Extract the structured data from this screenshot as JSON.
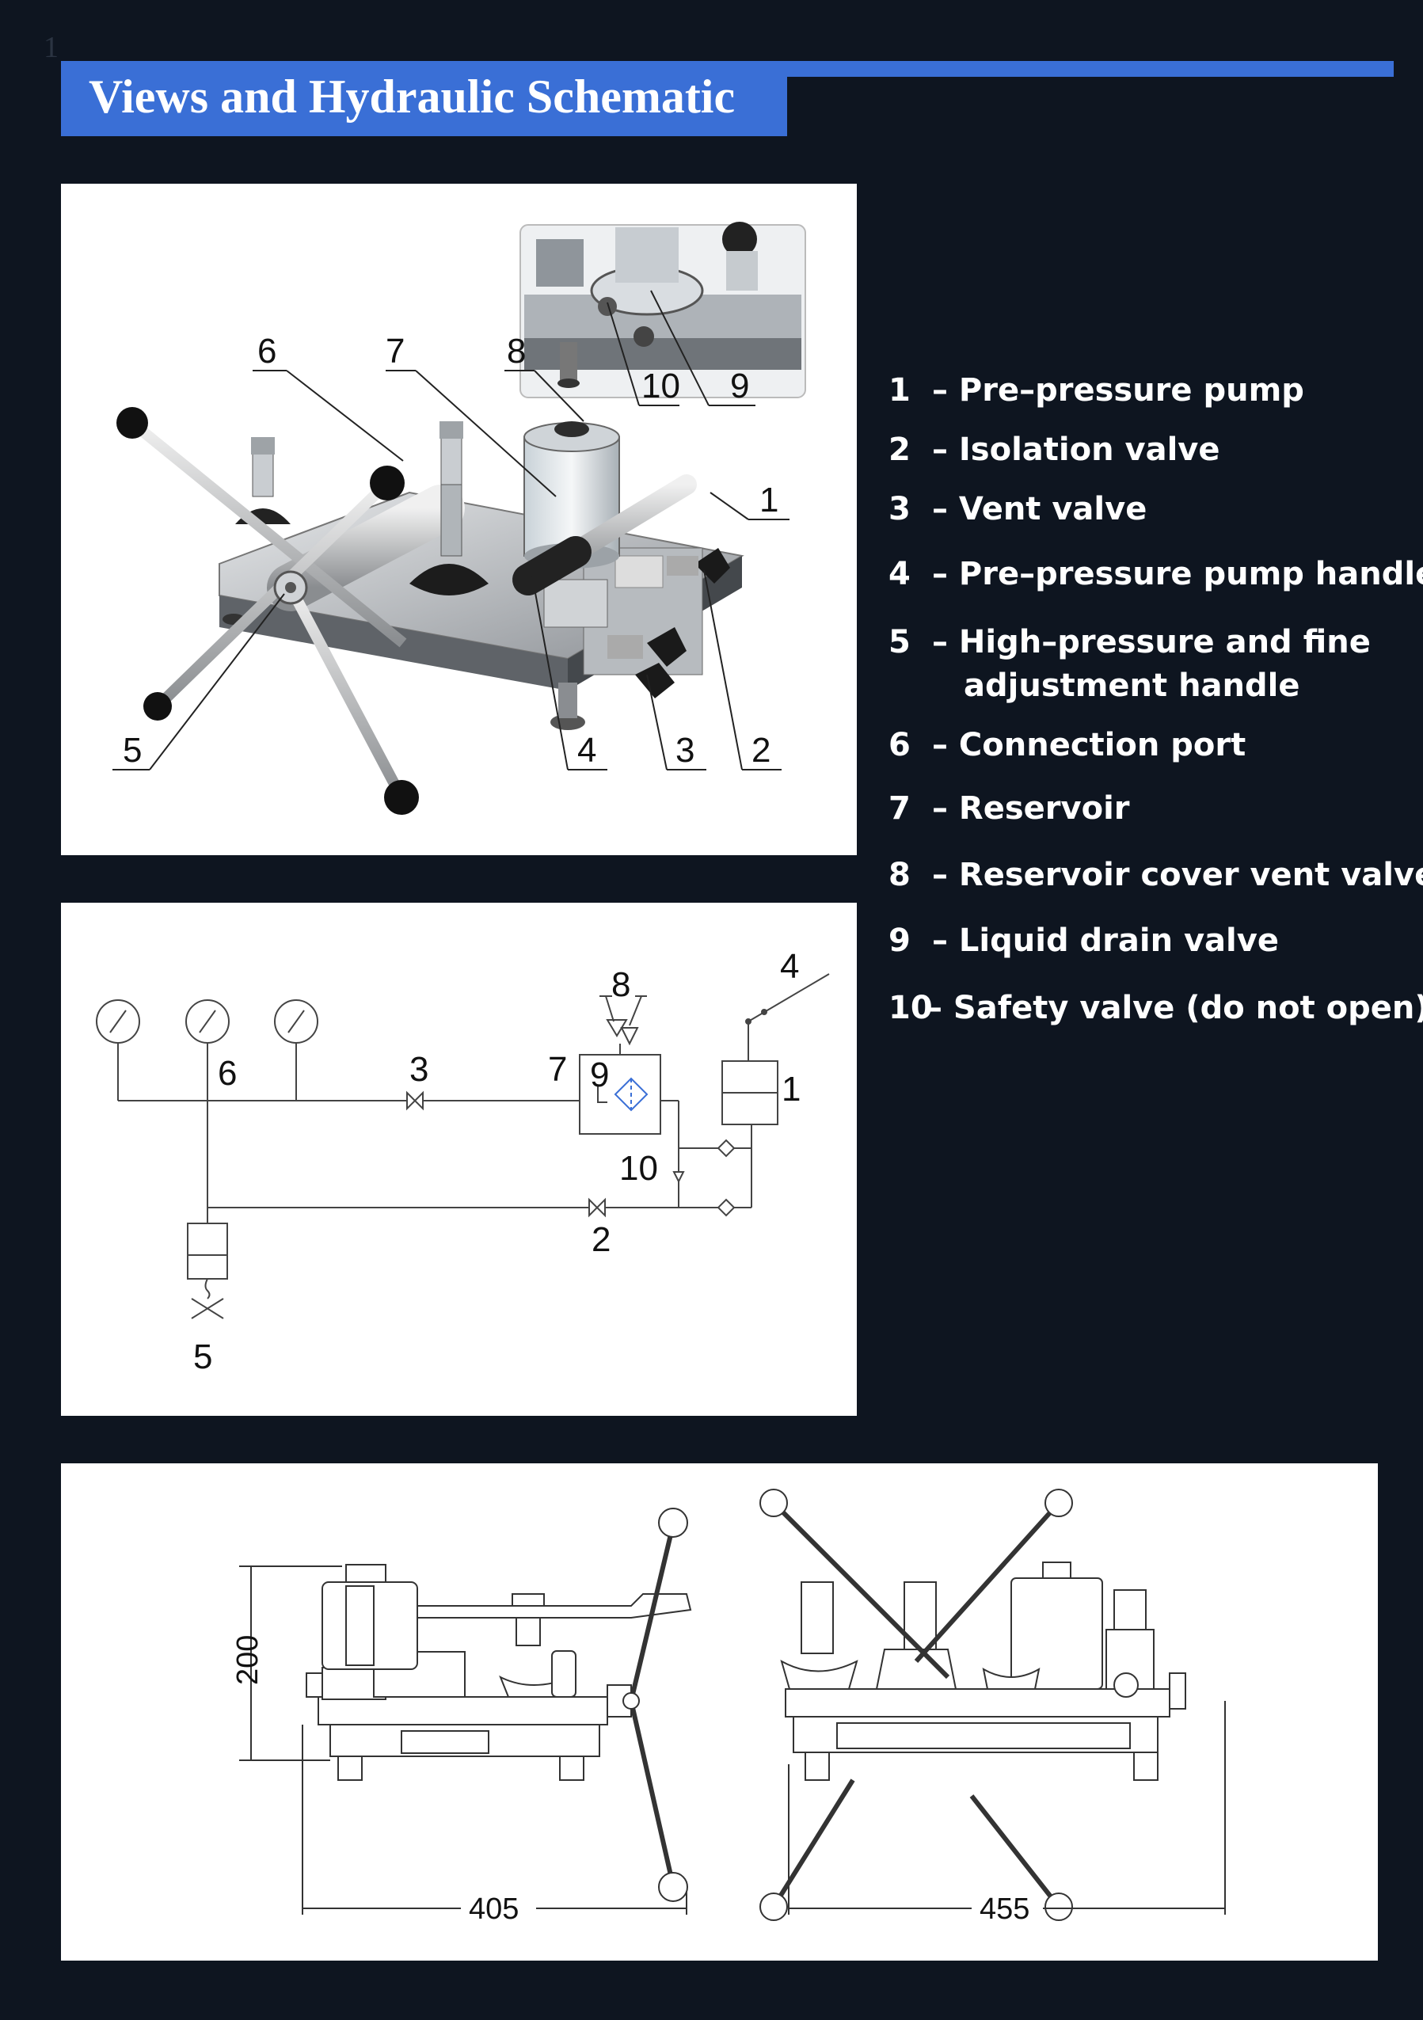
{
  "page_number": "1",
  "title": "Views and Hydraulic Schematic",
  "legend": [
    {
      "num": "1",
      "text": "– Pre–pressure pump"
    },
    {
      "num": "2",
      "text": "– Isolation valve"
    },
    {
      "num": "3",
      "text": "– Vent valve"
    },
    {
      "num": "4",
      "text": "– Pre–pressure pump handle"
    },
    {
      "num": "5",
      "text": "– High–pressure and fine",
      "cont": "adjustment handle"
    },
    {
      "num": "6",
      "text": "– Connection port"
    },
    {
      "num": "7",
      "text": "– Reservoir"
    },
    {
      "num": "8",
      "text": "– Reservoir cover vent valve"
    },
    {
      "num": "9",
      "text": "– Liquid drain valve"
    },
    {
      "num": "10",
      "text": "– Safety valve (do not open)"
    }
  ],
  "photo_callouts": {
    "c1": "1",
    "c2": "2",
    "c3": "3",
    "c4": "4",
    "c5": "5",
    "c6": "6",
    "c7": "7",
    "c8": "8",
    "c9": "9",
    "c10": "10"
  },
  "schematic_labels": {
    "s1": "1",
    "s2": "2",
    "s3": "3",
    "s4": "4",
    "s5": "5",
    "s6": "6",
    "s7": "7",
    "s8": "8",
    "s9": "9",
    "s10": "10"
  },
  "dimensions": {
    "height": "200",
    "width_side": "405",
    "width_front": "455"
  }
}
